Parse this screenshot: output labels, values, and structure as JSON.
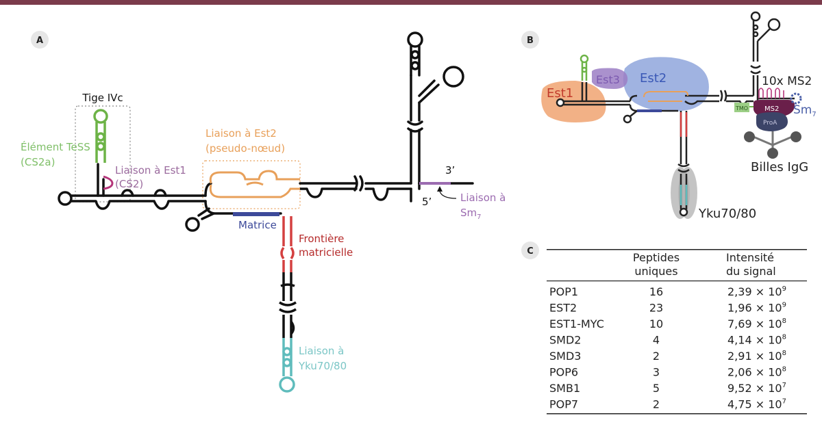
{
  "panels": {
    "A": {
      "badge": "A"
    },
    "B": {
      "badge": "B"
    },
    "C": {
      "badge": "C"
    }
  },
  "panelA": {
    "tige": "Tige IVc",
    "tess_line1": "Élément TeSS",
    "tess_line2": "(CS2a)",
    "est1_line1": "Liaison à Est1",
    "est1_line2": "(CS2)",
    "est2_line1": "Liaison à Est2",
    "est2_line2": "(pseudo-nœud)",
    "matrice": "Matrice",
    "frontiere_line1": "Frontière",
    "frontiere_line2": "matricielle",
    "yku_line1": "Liaison à",
    "yku_line2": "Yku70/80",
    "three_prime": "3’",
    "five_prime": "5’",
    "sm_line1": "Liaison à",
    "sm_line2": "Sm",
    "sm_sub": "7"
  },
  "panelB": {
    "est1": "Est1",
    "est3": "Est3",
    "est2": "Est2",
    "ms2_top": "10x MS2",
    "tmo": "TMO",
    "ms2": "MS2",
    "proa": "ProA",
    "sm": "Sm",
    "sm_sub": "7",
    "billes": "Billes IgG",
    "yku": "Yku70/80"
  },
  "colors": {
    "top_rule": "#7b3b4b",
    "green": "#6db347",
    "magenta": "#b5357a",
    "orange": "#e8a05a",
    "navy": "#3d4a9a",
    "red": "#d44040",
    "teal": "#5fbcbc",
    "purple": "#9b6bb0",
    "est1_blob": "#f0a371",
    "est2_blob": "#8fa6dc",
    "est3_blob": "#9b7ec4"
  },
  "table": {
    "headers": [
      {
        "line1": "",
        "line2": ""
      },
      {
        "line1": "Peptides",
        "line2": "uniques"
      },
      {
        "line1": "Intensité",
        "line2": "du signal"
      }
    ],
    "rows": [
      {
        "name": "POP1",
        "peptides": "16",
        "mant": "2,39",
        "exp": "9"
      },
      {
        "name": "EST2",
        "peptides": "23",
        "mant": "1,96",
        "exp": "9"
      },
      {
        "name": "EST1-MYC",
        "peptides": "10",
        "mant": "7,69",
        "exp": "8"
      },
      {
        "name": "SMD2",
        "peptides": "4",
        "mant": "4,14",
        "exp": "8"
      },
      {
        "name": "SMD3",
        "peptides": "2",
        "mant": "2,91",
        "exp": "8"
      },
      {
        "name": "POP6",
        "peptides": "3",
        "mant": "2,06",
        "exp": "8"
      },
      {
        "name": "SMB1",
        "peptides": "5",
        "mant": "9,52",
        "exp": "7"
      },
      {
        "name": "POP7",
        "peptides": "2",
        "mant": "4,75",
        "exp": "7"
      }
    ]
  }
}
